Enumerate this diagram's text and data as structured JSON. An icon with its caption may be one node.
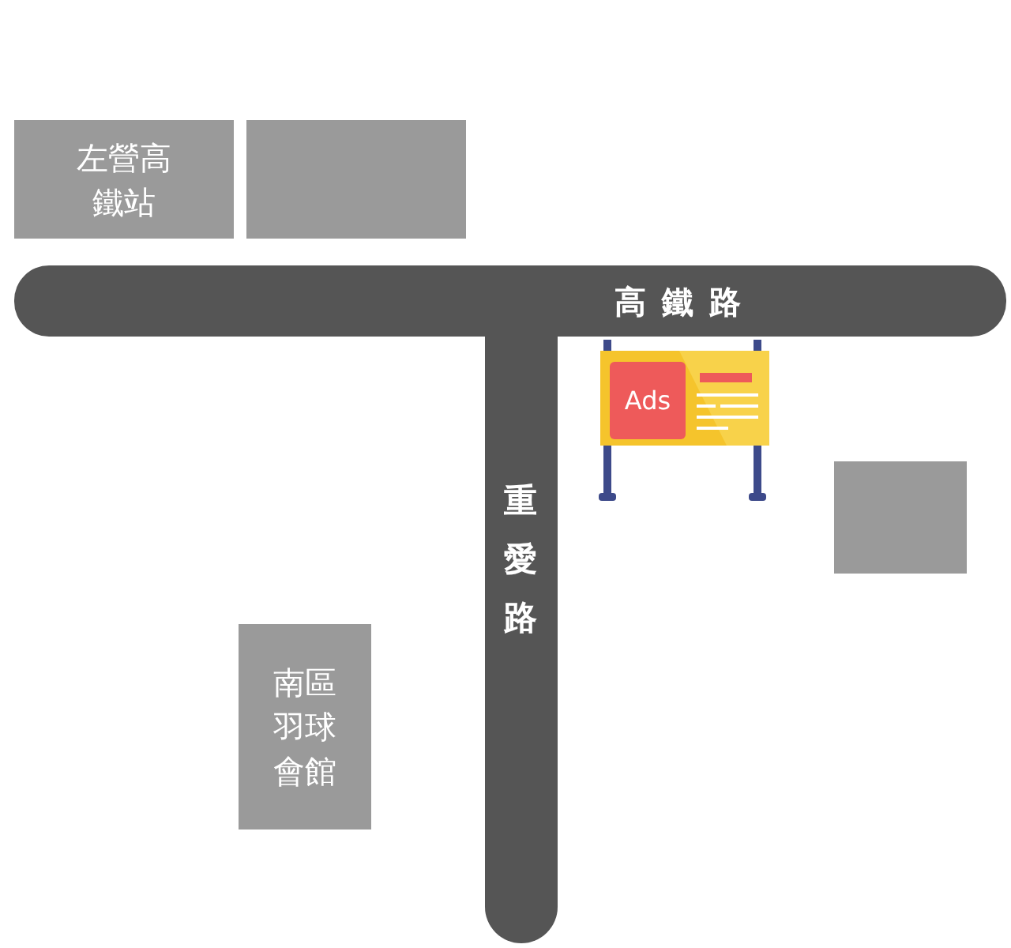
{
  "diagram": {
    "nodes": [
      {
        "text": [
          "左營高鐵站"
        ]
      },
      {
        "text": [],
        "shape": "box"
      },
      {
        "text": [
          "高鐵路"
        ]
      },
      {
        "text": [
          "重愛路"
        ]
      },
      {
        "text": [],
        "shape": "box"
      },
      {
        "text": [
          "南區羽球會館"
        ]
      }
    ],
    "labels": [
      "Ads"
    ]
  }
}
